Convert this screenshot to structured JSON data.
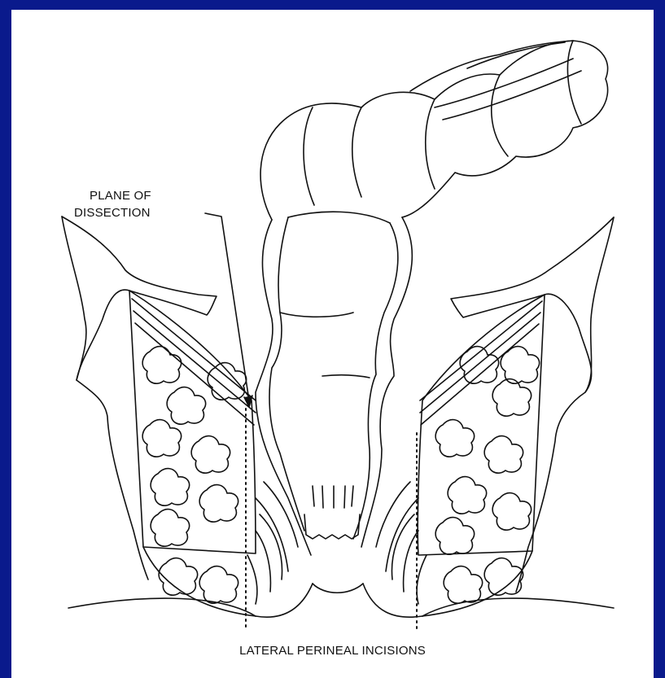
{
  "frame": {
    "border_color": "#0a1a8c",
    "background": "#ffffff"
  },
  "labels": {
    "plane_of_dissection_line1": "PLANE OF",
    "plane_of_dissection_line2": "DISSECTION",
    "caption": "LATERAL PERINEAL INCISIONS"
  }
}
